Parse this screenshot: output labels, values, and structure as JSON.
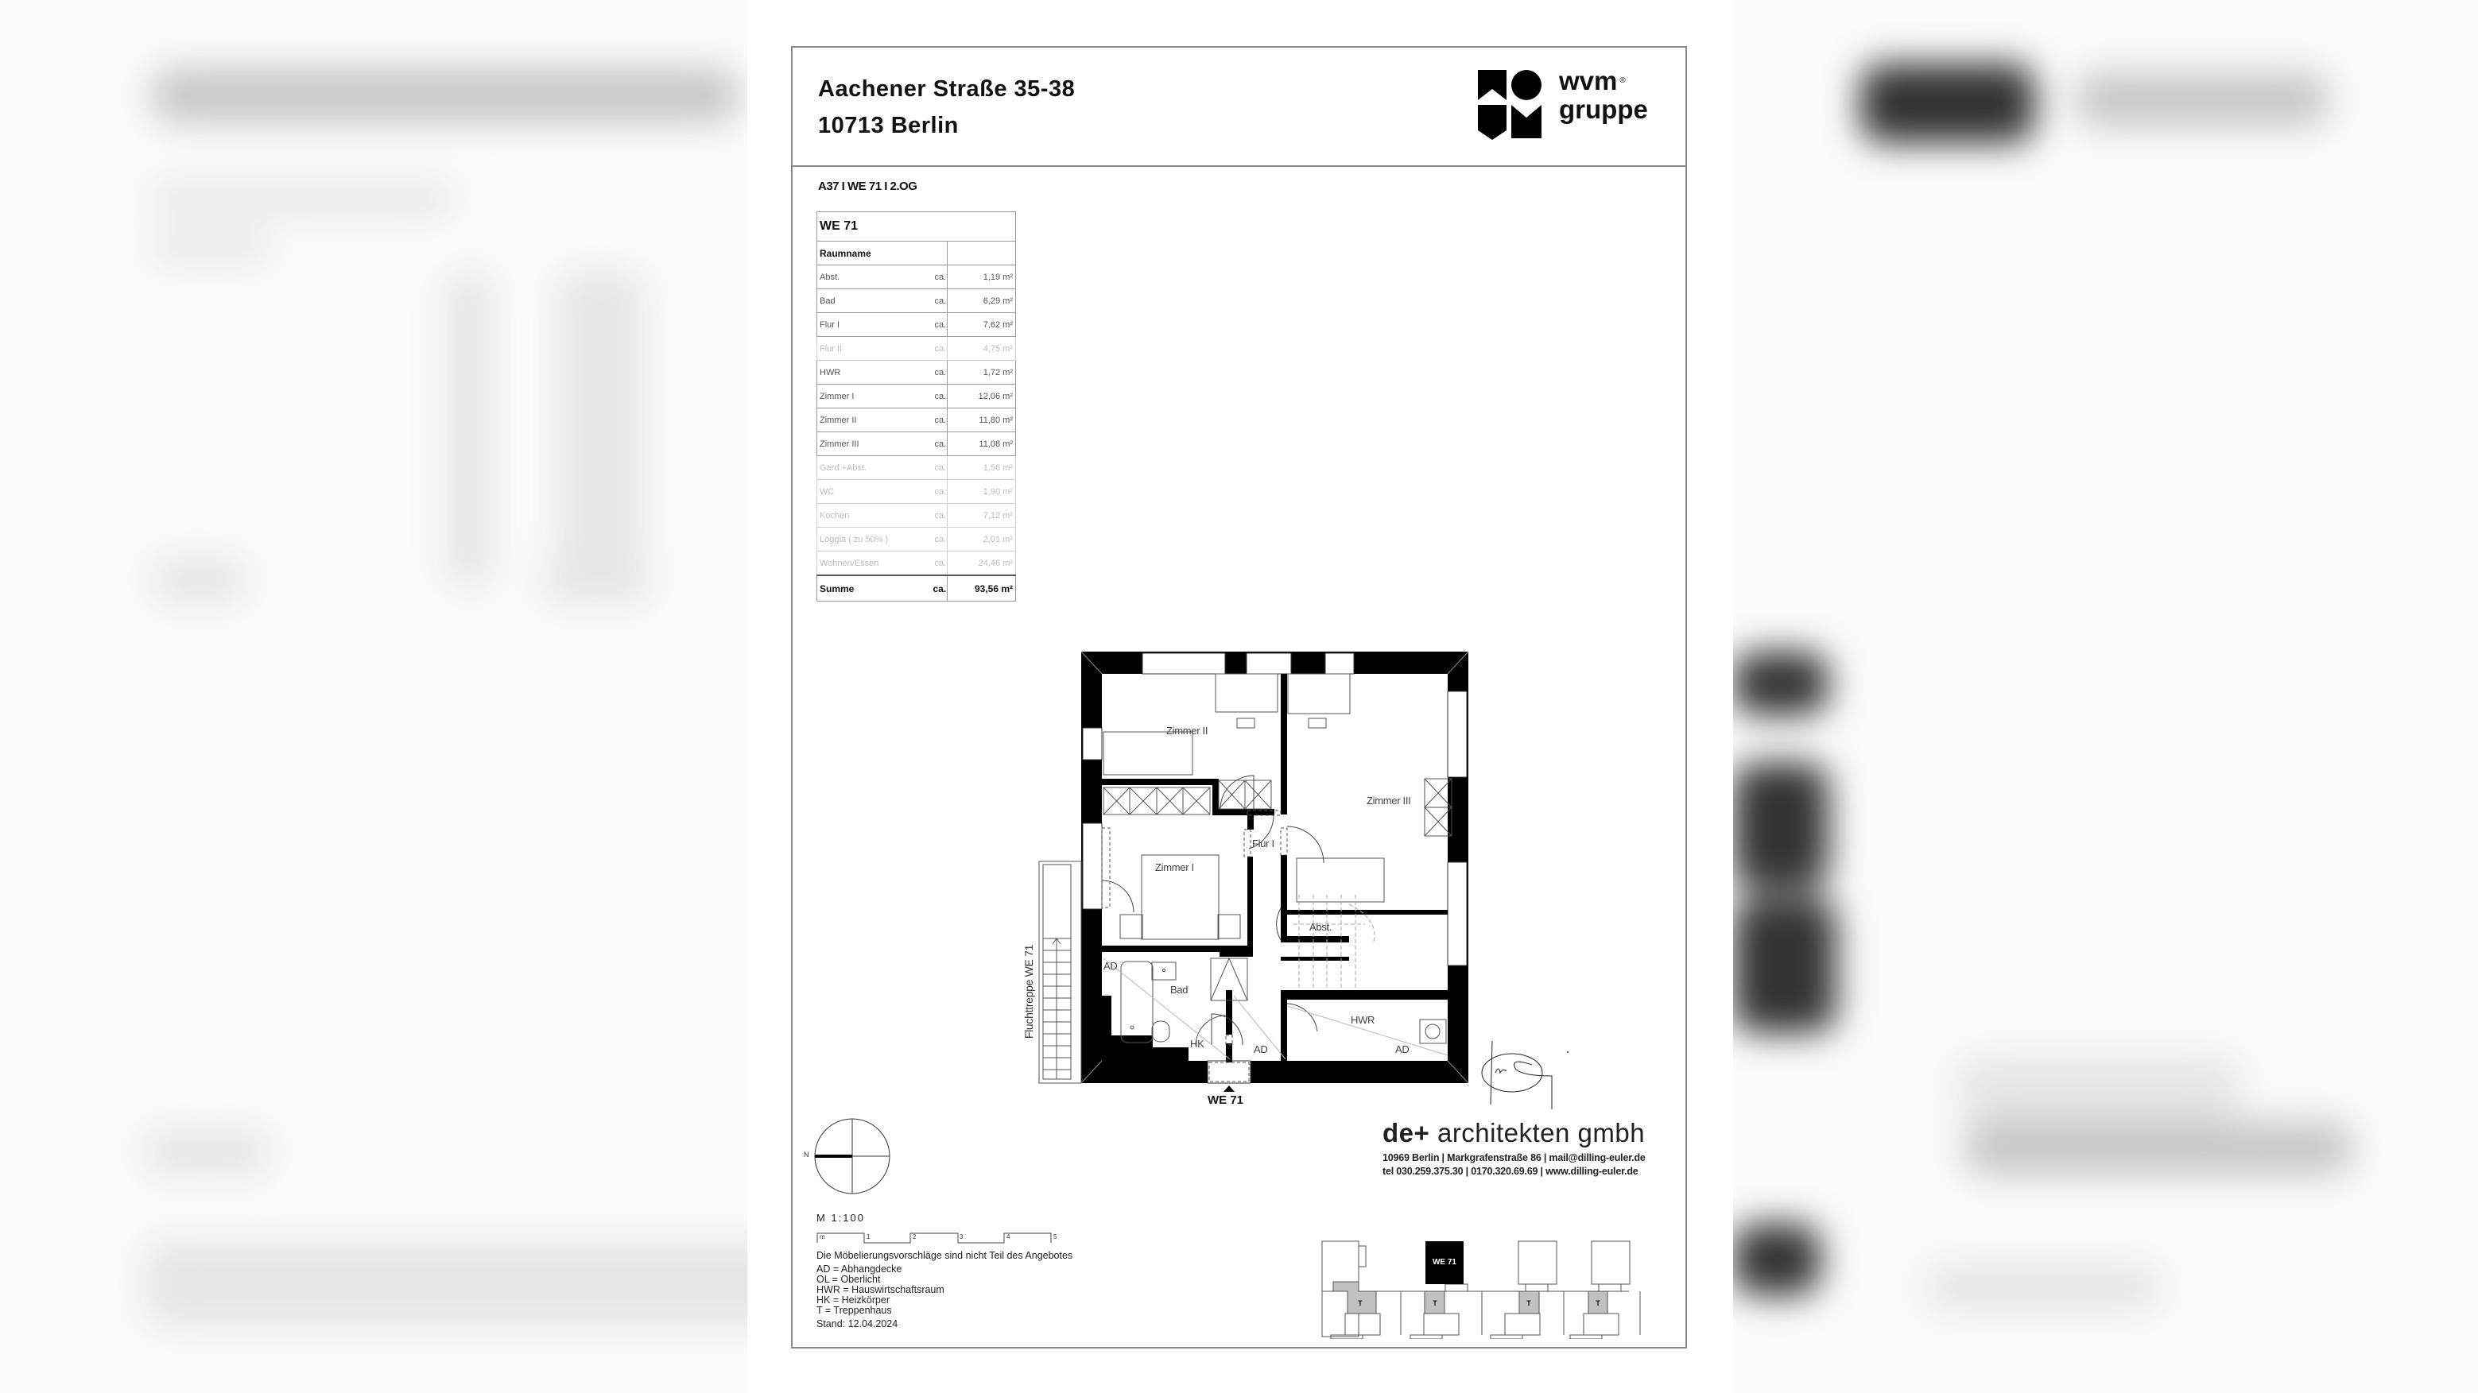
{
  "document": {
    "address_line1": "Aachener Straße 35-38",
    "address_line2": "10713 Berlin",
    "unit_label": "A37 I WE 71 I 2.OG",
    "logo": {
      "line1": "wvm",
      "registered": "®",
      "line2": "gruppe",
      "icon": "wvm-logo-icon"
    }
  },
  "room_table": {
    "title": "WE 71",
    "header": "Raumname",
    "rows": [
      {
        "name": "Abst.",
        "ca": "ca.",
        "area": "1,19 m²",
        "dim": false
      },
      {
        "name": "Bad",
        "ca": "ca.",
        "area": "6,29 m²",
        "dim": false
      },
      {
        "name": "Flur I",
        "ca": "ca.",
        "area": "7,62 m²",
        "dim": false
      },
      {
        "name": "Flur II",
        "ca": "ca.",
        "area": "4,75 m²",
        "dim": true
      },
      {
        "name": "HWR",
        "ca": "ca.",
        "area": "1,72 m²",
        "dim": false
      },
      {
        "name": "Zimmer I",
        "ca": "ca.",
        "area": "12,06 m²",
        "dim": false
      },
      {
        "name": "Zimmer II",
        "ca": "ca.",
        "area": "11,80 m²",
        "dim": false
      },
      {
        "name": "Zimmer III",
        "ca": "ca.",
        "area": "11,08 m²",
        "dim": false
      },
      {
        "name": "Gard.+Abst.",
        "ca": "ca.",
        "area": "1,56 m²",
        "dim": true
      },
      {
        "name": "WC",
        "ca": "ca.",
        "area": "1,90 m²",
        "dim": true
      },
      {
        "name": "Kochen",
        "ca": "ca.",
        "area": "7,12 m²",
        "dim": true
      },
      {
        "name": "Loggia ( zu 50% )",
        "ca": "ca.",
        "area": "2,01 m²",
        "dim": true
      },
      {
        "name": "Wohnen/Essen",
        "ca": "ca.",
        "area": "24,46 m²",
        "dim": true
      }
    ],
    "sum": {
      "name": "Summe",
      "ca": "ca.",
      "area": "93,56 m²"
    }
  },
  "floor_plan": {
    "rooms": {
      "zimmer2": "Zimmer II",
      "zimmer3": "Zimmer III",
      "zimmer1": "Zimmer I",
      "flur1": "Flur I",
      "abst": "Abst.",
      "bad": "Bad",
      "hwr": "HWR",
      "hk": "HK",
      "ad1": "AD",
      "ad2": "AD",
      "ad3": "AD"
    },
    "escape_stair": "Fluchttreppe WE 71",
    "entry": "WE 71"
  },
  "compass": {
    "north_label": "N"
  },
  "scale": {
    "label": "M 1:100",
    "ticks": [
      "m",
      "1",
      "2",
      "3",
      "4",
      "5"
    ]
  },
  "legend": {
    "note": "Die Möbelierungsvorschläge sind nicht Teil des Angebotes",
    "items": [
      "AD = Abhangdecke",
      "OL = Oberlicht",
      "HWR = Hauswirtschaftsraum",
      "HK = Heizkörper",
      "T = Treppenhaus"
    ],
    "date": "Stand: 12.04.2024"
  },
  "architect": {
    "name_bold": "de+",
    "name_rest": " architekten gmbh",
    "line1": "10969 Berlin | Markgrafenstraße 86 | mail@dilling-euler.de",
    "line2": "tel 030.259.375.30 | 0170.320.69.69 | www.dilling-euler.de"
  },
  "site_plan": {
    "highlight": "WE 71",
    "stair_label": "T",
    "highlight_color": "#000000",
    "stair_color": "#c0c0c0"
  }
}
